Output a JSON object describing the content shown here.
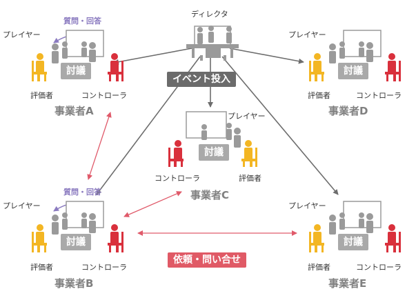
{
  "labels": {
    "director": "ディレクタ",
    "player": "プレイヤー",
    "evaluator": "評価者",
    "controller": "コントローラ",
    "discussion": "討議",
    "qa": "質問・回答",
    "event_injection": "イベント投入",
    "inquiry": "依頼・問い合せ"
  },
  "businesses": {
    "a": "事業者A",
    "b": "事業者B",
    "c": "事業者C",
    "d": "事業者D",
    "e": "事業者E"
  },
  "colors": {
    "event_arrow": "#6d6d6d",
    "inquiry_arrow": "#e05a6a",
    "qa_arrow": "#8b7bc0",
    "evaluator": "#f3b623",
    "controller": "#d9303c",
    "player": "#9a9a9a",
    "discussion_box": "#a9a9a9",
    "event_banner": "#6b6b6b",
    "inquiry_banner": "#e05a66"
  }
}
